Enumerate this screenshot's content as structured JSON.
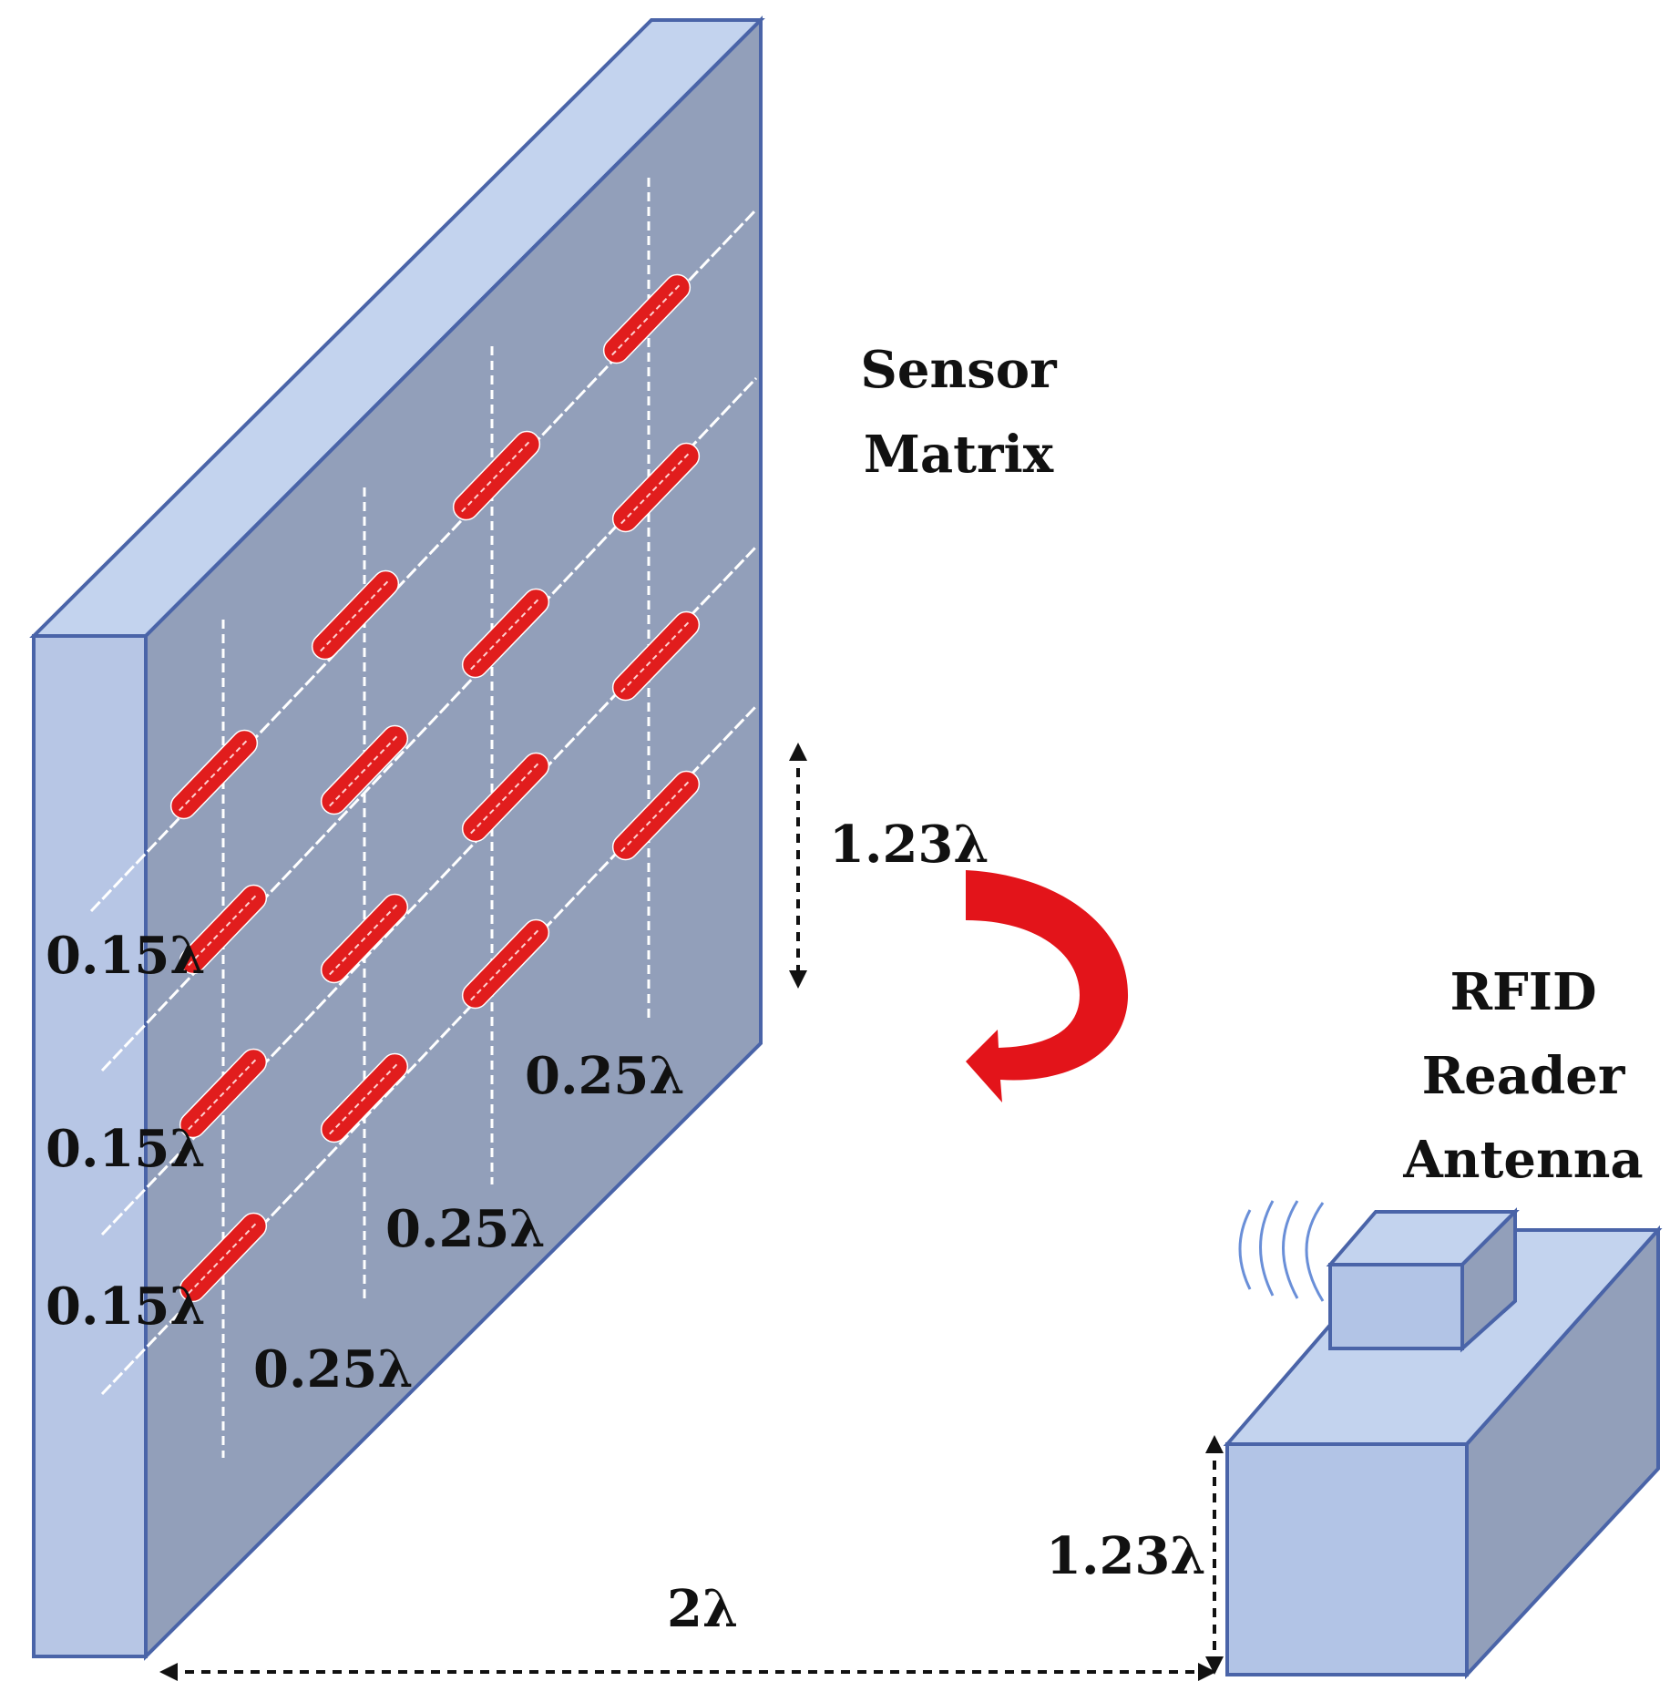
{
  "labels": {
    "sensor_matrix": [
      "Sensor",
      "Matrix"
    ],
    "rfid_reader_antenna": [
      "RFID",
      "Reader",
      "Antenna"
    ],
    "sensor_height": "1.23λ",
    "reader_height": "1.23λ",
    "distance": "2λ",
    "row_spacing": [
      "0.15λ",
      "0.15λ",
      "0.15λ"
    ],
    "column_spacing": [
      "0.25λ",
      "0.25λ",
      "0.25λ"
    ]
  },
  "icons": {
    "rotation": "curved-arrow-icon",
    "signal": "radio-waves-icon"
  },
  "colors": {
    "panel_front": "#929fba",
    "panel_side": "#b7c6e5",
    "panel_top": "#c3d3ee",
    "panel_edge": "#4a64a8",
    "sensor": "#e11d1d",
    "rotation_arrow": "#e3141a",
    "reader_front": "#b2c4e6",
    "reader_side": "#929fba",
    "reader_top": "#c3d3ee",
    "waves": "#6a8fd8"
  }
}
